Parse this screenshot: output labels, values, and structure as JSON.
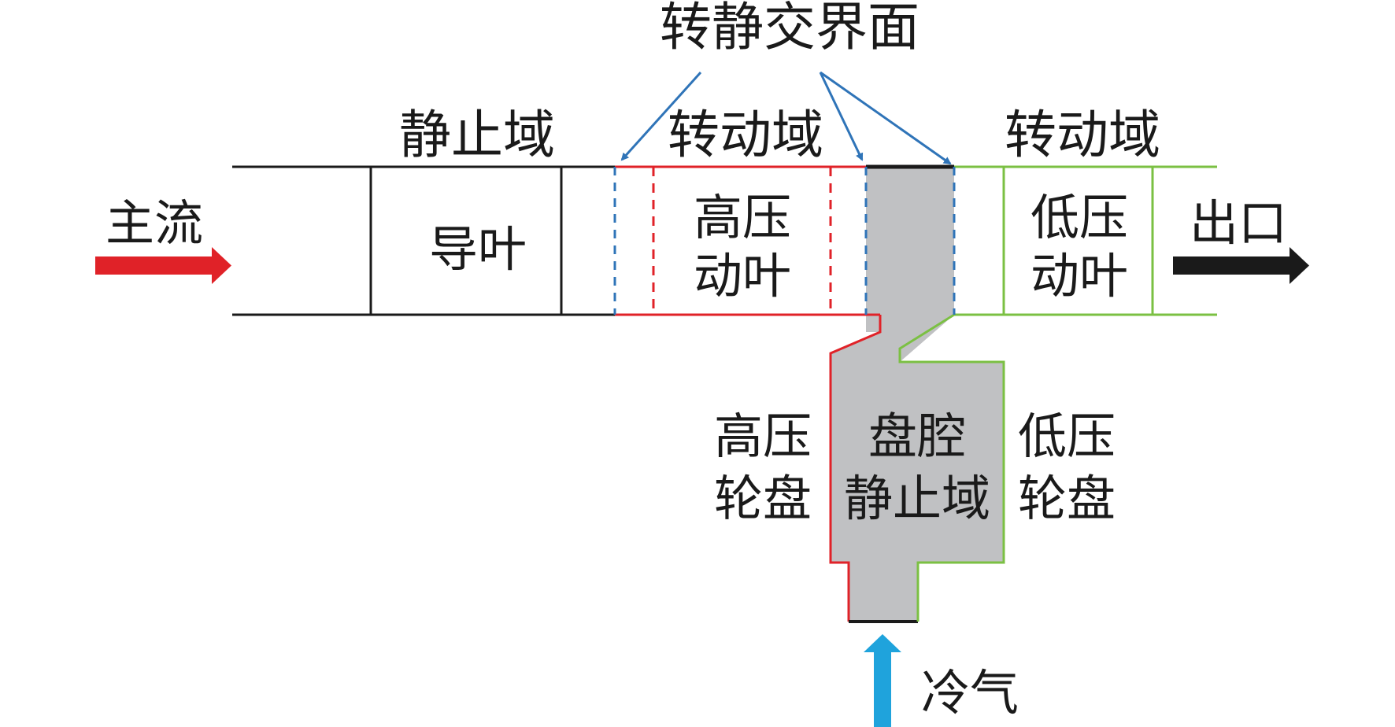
{
  "labels": {
    "interface": "转静交界面",
    "stationary_domain": "静止域",
    "rotating_domain_1": "转动域",
    "rotating_domain_2": "转动域",
    "main_flow": "主流",
    "guide_vane": "导叶",
    "hp_blade_line1": "高压",
    "hp_blade_line2": "动叶",
    "lp_blade_line1": "低压",
    "lp_blade_line2": "动叶",
    "outlet": "出口",
    "hp_disk_line1": "高压",
    "hp_disk_line2": "轮盘",
    "cavity_line1": "盘腔",
    "cavity_line2": "静止域",
    "lp_disk_line1": "低压",
    "lp_disk_line2": "轮盘",
    "cooling_air": "冷气"
  },
  "colors": {
    "stationary": "#1a1a1a",
    "hp_rotor": "#e02228",
    "lp_rotor": "#7bc043",
    "interface": "#2f74b8",
    "cavity_fill": "#c0c1c3",
    "main_flow_arrow": "#e02228",
    "outlet_arrow": "#1a1a1a",
    "cooling_arrow": "#1fa3dc"
  }
}
